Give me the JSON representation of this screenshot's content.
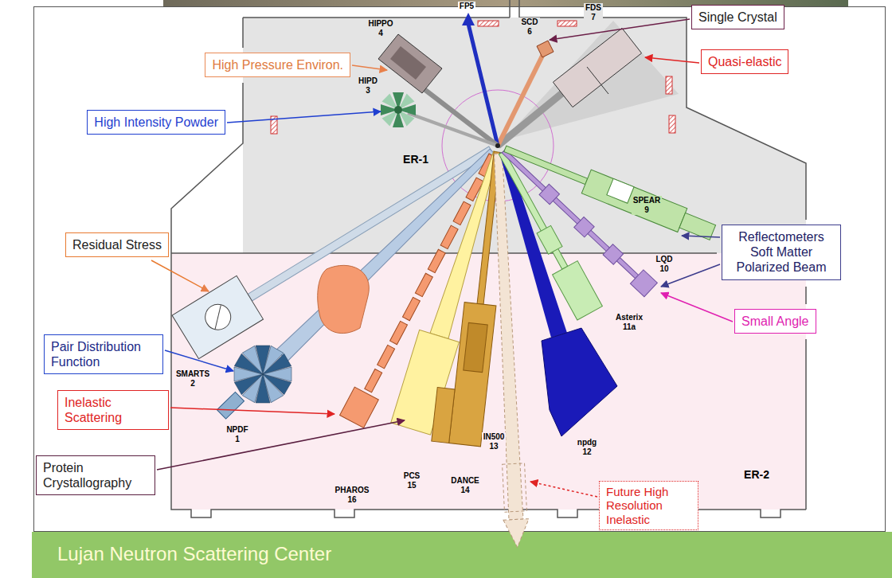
{
  "diagram": {
    "title": "Lujan Neutron Scattering Center",
    "nodes": [
      {
        "text": [
          "Single Crystal"
        ]
      },
      {
        "text": [
          "Quasi-elastic"
        ]
      },
      {
        "text": [
          "High Pressure Environ."
        ]
      },
      {
        "text": [
          "High Intensity Powder"
        ]
      },
      {
        "text": [
          "Reflectometers Soft Matter Polarized Beam"
        ]
      },
      {
        "text": [
          "Residual Stress"
        ]
      },
      {
        "text": [
          "Small Angle"
        ]
      },
      {
        "text": [
          "Pair Distribution Function"
        ]
      },
      {
        "text": [
          "Inelastic Scattering"
        ]
      },
      {
        "text": [
          "Protein Crystallography"
        ]
      },
      {
        "text": [
          "Future High Resolution Inelastic"
        ]
      }
    ],
    "labels": [
      "FP5",
      "FDS 7",
      "HIPPO 4",
      "SCD 6",
      "HIPD 3",
      "ER-1",
      "SPEAR 9",
      "LQD 10",
      "Asterix 11a",
      "SMARTS 2",
      "NPDF 1",
      "IN500 13",
      "npdg 12",
      "PCS 15",
      "DANCE 14",
      "ER-2",
      "PHAROS 16"
    ]
  }
}
